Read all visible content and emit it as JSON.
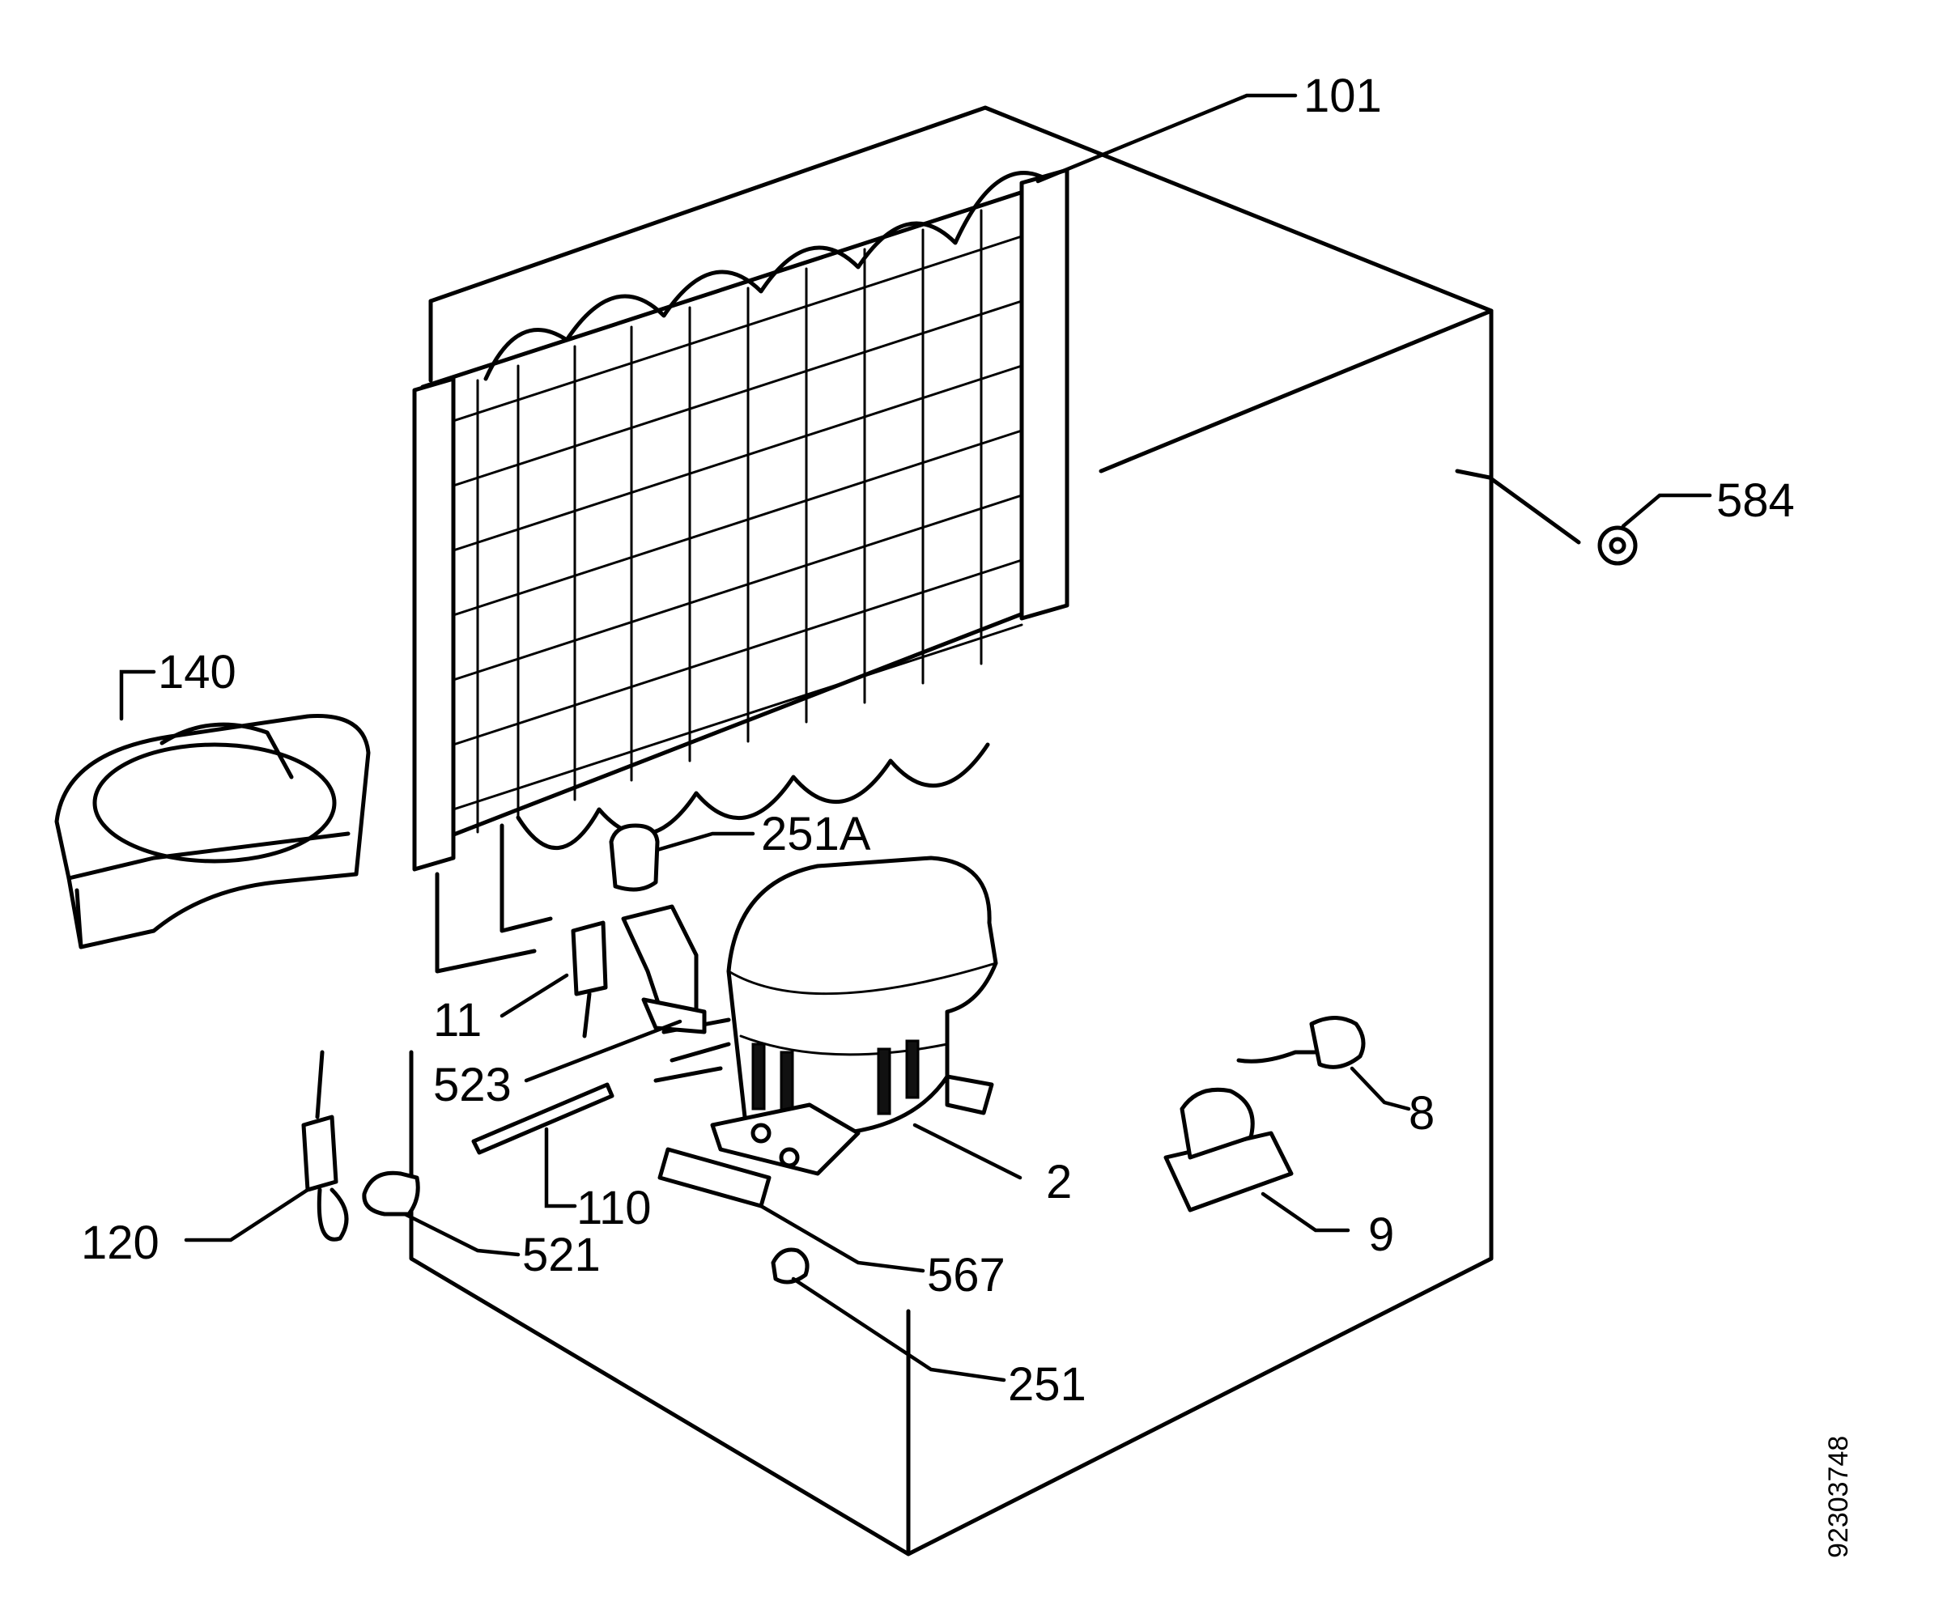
{
  "diagram": {
    "doc_number": "92303748",
    "callouts": [
      {
        "id": "101",
        "text": "101"
      },
      {
        "id": "584",
        "text": "584"
      },
      {
        "id": "140",
        "text": "140"
      },
      {
        "id": "251A",
        "text": "251A"
      },
      {
        "id": "11",
        "text": "11"
      },
      {
        "id": "523",
        "text": "523"
      },
      {
        "id": "8",
        "text": "8"
      },
      {
        "id": "2",
        "text": "2"
      },
      {
        "id": "110",
        "text": "110"
      },
      {
        "id": "120",
        "text": "120"
      },
      {
        "id": "521",
        "text": "521"
      },
      {
        "id": "9",
        "text": "9"
      },
      {
        "id": "567",
        "text": "567"
      },
      {
        "id": "251",
        "text": "251"
      }
    ]
  }
}
